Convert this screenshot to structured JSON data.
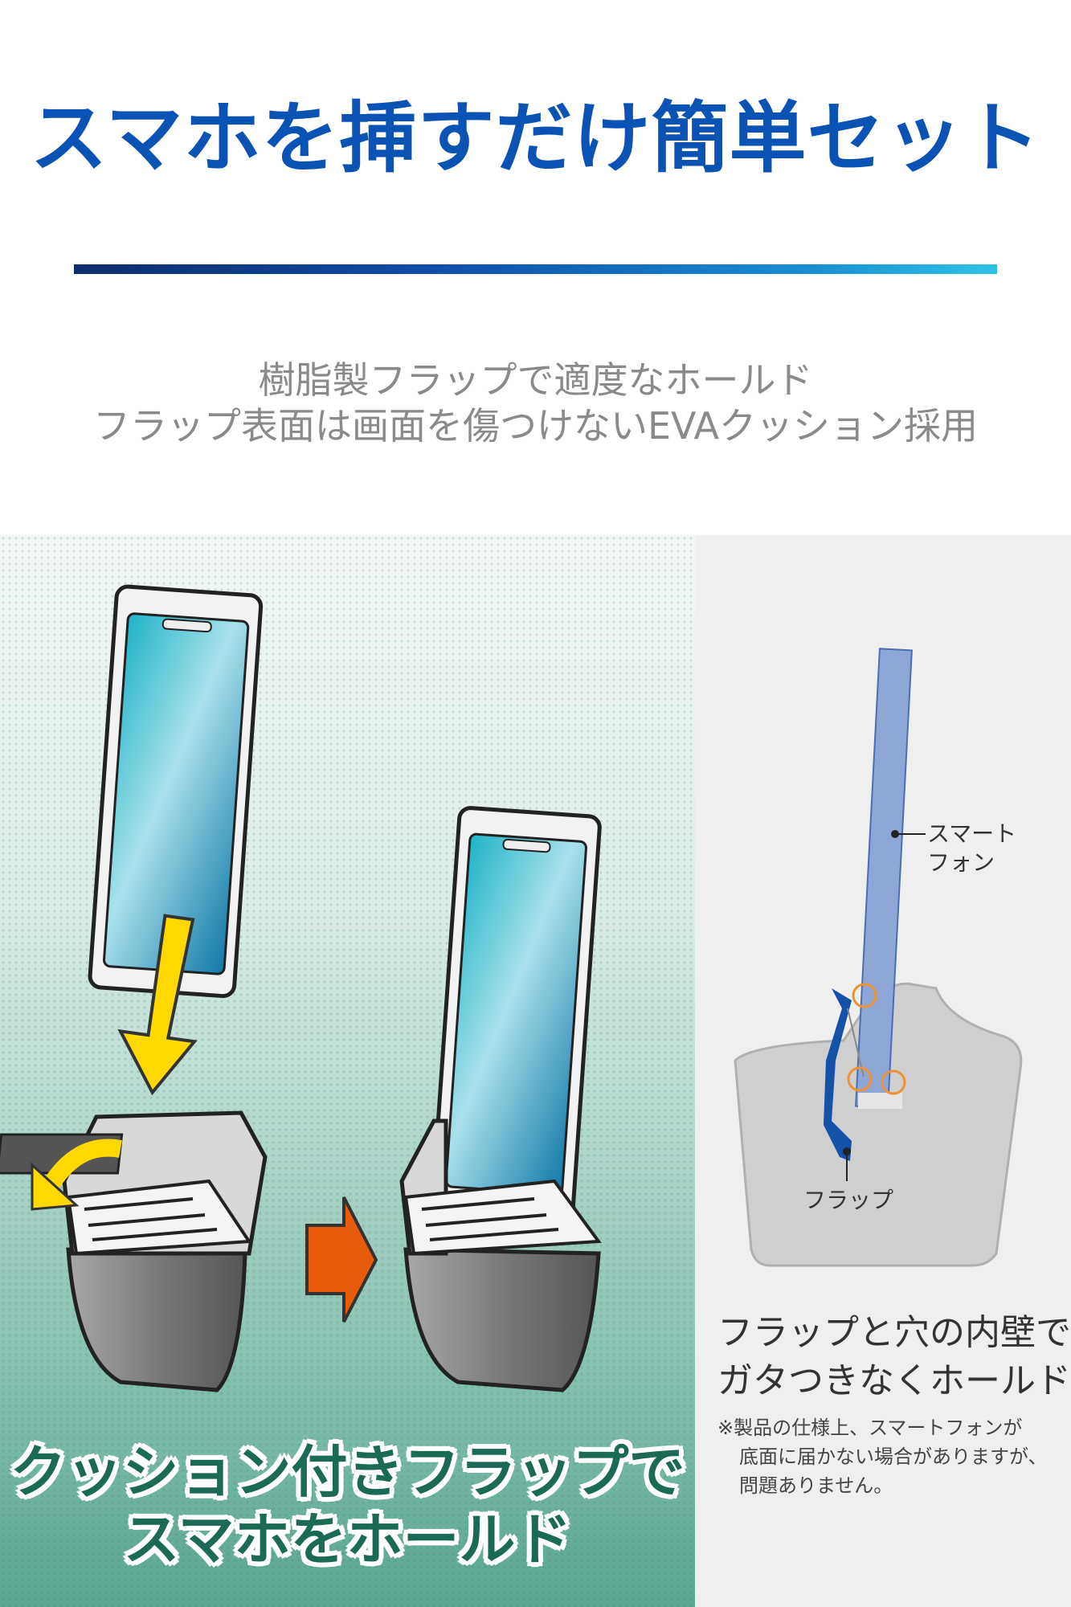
{
  "headline": "スマホを挿すだけ簡単セット",
  "subtitle": {
    "line1": "樹脂製フラップで適度なホールド",
    "line2": "フラップ表面は画面を傷つけないEVAクッション採用"
  },
  "left_panel": {
    "caption_line1": "クッション付きフラップで",
    "caption_line2": "スマホをホールド"
  },
  "right_panel": {
    "label_smartphone_line1": "スマート",
    "label_smartphone_line2": "フォン",
    "label_flap": "フラップ",
    "main_line1": "フラップと穴の内壁で",
    "main_line2": "ガタつきなくホールド",
    "note_line1": "※製品の仕様上、スマートフォンが",
    "note_line2": "底面に届かない場合がありますが、",
    "note_line3": "問題ありません。"
  },
  "colors": {
    "headline": "#0a52b4",
    "accent_orange": "#e85d0c",
    "accent_yellow": "#ffd800",
    "flap_blue": "#1452a8",
    "phone_bar": "#8fa7d6"
  }
}
